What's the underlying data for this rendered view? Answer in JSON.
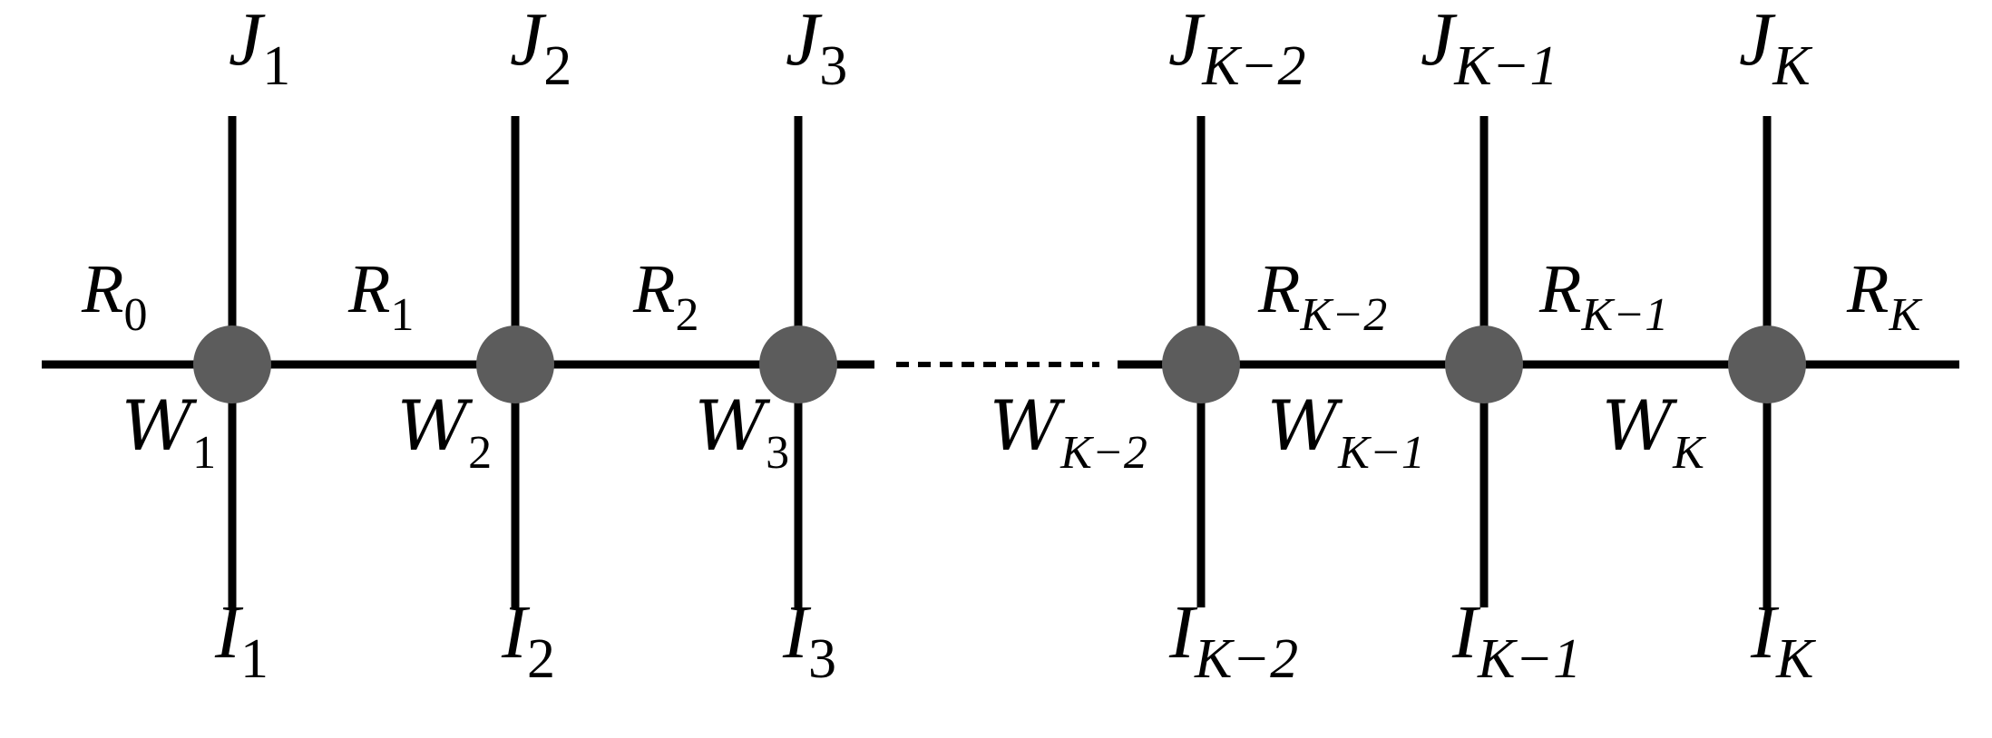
{
  "diagram": {
    "line_color": "#000000",
    "node_color": "#5c5c5c",
    "nodes": [
      {
        "top": {
          "base": "J",
          "sub": "1"
        },
        "bottom": {
          "base": "I",
          "sub": "1"
        },
        "core": {
          "base": "W",
          "sub": "1"
        }
      },
      {
        "top": {
          "base": "J",
          "sub": "2"
        },
        "bottom": {
          "base": "I",
          "sub": "2"
        },
        "core": {
          "base": "W",
          "sub": "2"
        }
      },
      {
        "top": {
          "base": "J",
          "sub": "3"
        },
        "bottom": {
          "base": "I",
          "sub": "3"
        },
        "core": {
          "base": "W",
          "sub": "3"
        }
      },
      {
        "top": {
          "base": "J",
          "sub": "K−2"
        },
        "bottom": {
          "base": "I",
          "sub": "K−2"
        },
        "core": {
          "base": "W",
          "sub": "K−2"
        }
      },
      {
        "top": {
          "base": "J",
          "sub": "K−1"
        },
        "bottom": {
          "base": "I",
          "sub": "K−1"
        },
        "core": {
          "base": "W",
          "sub": "K−1"
        }
      },
      {
        "top": {
          "base": "J",
          "sub": "K"
        },
        "bottom": {
          "base": "I",
          "sub": "K"
        },
        "core": {
          "base": "W",
          "sub": "K"
        }
      }
    ],
    "bonds": [
      {
        "base": "R",
        "sub": "0"
      },
      {
        "base": "R",
        "sub": "1"
      },
      {
        "base": "R",
        "sub": "2"
      },
      {
        "base": "R",
        "sub": "K−2"
      },
      {
        "base": "R",
        "sub": "K−1"
      },
      {
        "base": "R",
        "sub": "K"
      }
    ]
  }
}
